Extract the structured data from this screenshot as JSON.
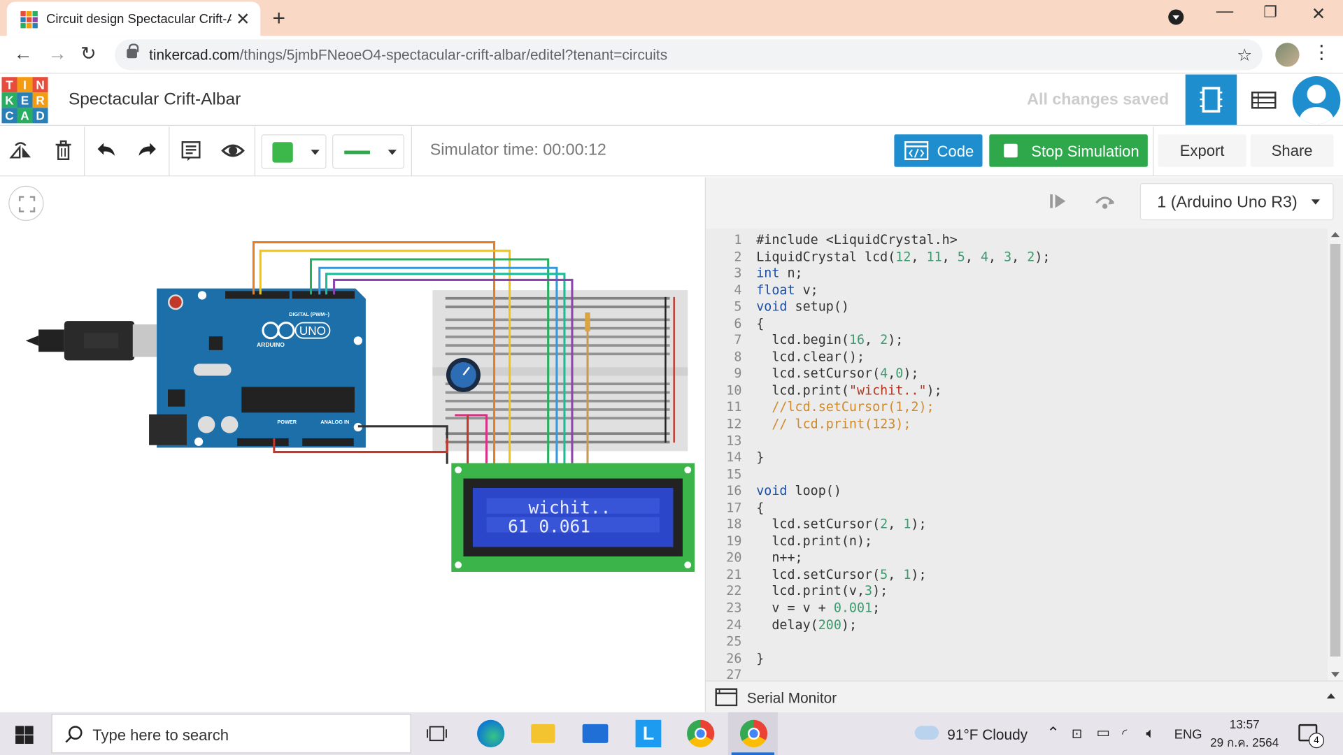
{
  "browser": {
    "tab_title": "Circuit design Spectacular Crift-Albar | Tinkercad",
    "url_host": "tinkercad.com",
    "url_path": "/things/5jmbFNeoeO4-spectacular-crift-albar/editel?tenant=circuits"
  },
  "tinkercad": {
    "logo_letters": [
      "T",
      "I",
      "N",
      "K",
      "E",
      "R",
      "C",
      "A",
      "D"
    ],
    "project_title": "Spectacular Crift-Albar",
    "save_status": "All changes saved"
  },
  "toolbar": {
    "simulator_time": "Simulator time: 00:00:12",
    "code_label": "Code",
    "stop_label": "Stop Simulation",
    "export_label": "Export",
    "share_label": "Share",
    "component_color": "#3cb84a",
    "wire_color": "#2ea84a"
  },
  "circuit": {
    "board_logo": "UNO",
    "board_brand": "ARDUINO",
    "digital_label": "DIGITAL (PWM~)",
    "power_label": "POWER",
    "analog_label": "ANALOG IN",
    "lcd_line1": "wichit..",
    "lcd_line2": "61 0.061"
  },
  "code_panel": {
    "device": "1 (Arduino Uno R3)",
    "serial_monitor": "Serial Monitor",
    "line_numbers": [
      "1",
      "2",
      "3",
      "4",
      "5",
      "6",
      "7",
      "8",
      "9",
      "10",
      "11",
      "12",
      "13",
      "14",
      "15",
      "16",
      "17",
      "18",
      "19",
      "20",
      "21",
      "22",
      "23",
      "24",
      "25",
      "26",
      "27"
    ]
  },
  "taskbar": {
    "search_placeholder": "Type here to search",
    "weather": "91°F  Cloudy",
    "language": "ENG",
    "time": "13:57",
    "date": "29 ก.ค. 2564",
    "notification_count": "4"
  },
  "colors": {
    "tinkercad_blue": "#1e8ecf",
    "simulate_green": "#2ea84a",
    "tab_bar": "#f9d9c6"
  }
}
